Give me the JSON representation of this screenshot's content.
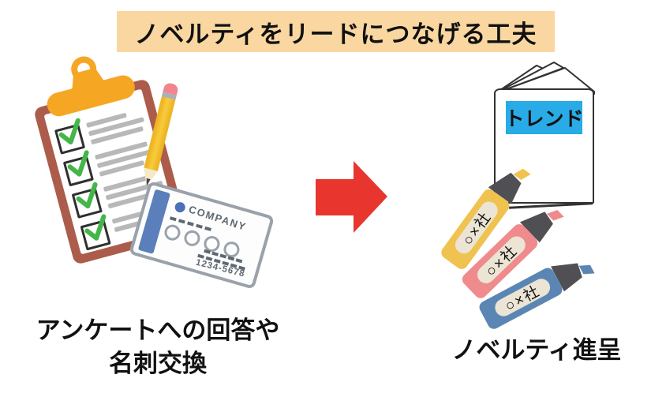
{
  "title": {
    "text": "ノベルティをリードにつなげる工夫",
    "bg_color": "#FAD7A0",
    "text_color": "#111111"
  },
  "flow_arrow": {
    "color": "#E8352D",
    "direction": "right"
  },
  "left_scene": {
    "caption_line1": "アンケートへの回答や",
    "caption_line2": "名刺交換",
    "clipboard": {
      "board_color": "#AC5C4A",
      "clip_color": "#F5A623",
      "check_color": "#44B649",
      "checked_rows": 4
    },
    "pencil": {
      "body_color": "#F6C730",
      "eraser_color": "#F2848E"
    },
    "business_card": {
      "company_label": "COMPANY",
      "phone": "1234-5678",
      "stripe_color": "#5B7FBA",
      "frame_color": "#99A1AB"
    }
  },
  "right_scene": {
    "caption": "ノベルティ進呈",
    "booklet": {
      "label": "トレンド",
      "label_bg": "#29ABE7"
    },
    "pens": [
      {
        "label": "○×社",
        "color": "#F0C24F"
      },
      {
        "label": "○×社",
        "color": "#EF8A8D"
      },
      {
        "label": "○×社",
        "color": "#5B86B3"
      }
    ],
    "pen_cap_color": "#4F4F54",
    "pen_label_bg": "#ECE4D4"
  }
}
